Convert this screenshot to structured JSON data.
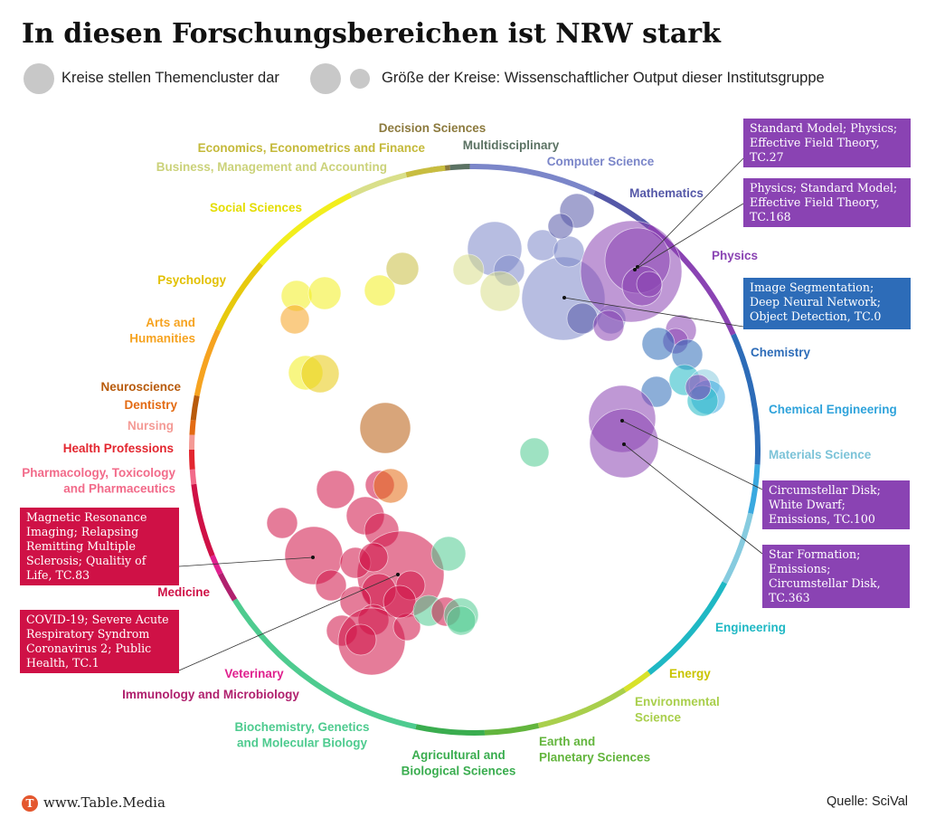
{
  "title": "In diesen Forschungsbereichen ist NRW stark",
  "legend": {
    "clusters": "Kreise stellen Themencluster dar",
    "size": "Größe der Kreise: Wissenschaftlicher Output dieser Institutsgruppe"
  },
  "footer": {
    "logo": "T",
    "site": "www.Table.Media",
    "source": "Quelle: SciVal"
  },
  "chart_data": {
    "type": "bubble-circle",
    "categories": [
      {
        "name": "Decision Sciences",
        "color": "#8c7a3e"
      },
      {
        "name": "Multidisciplinary",
        "color": "#5b7263"
      },
      {
        "name": "Computer Science",
        "color": "#7b86c9"
      },
      {
        "name": "Mathematics",
        "color": "#5558a8"
      },
      {
        "name": "Physics",
        "color": "#8a43b3"
      },
      {
        "name": "Chemistry",
        "color": "#2d6cb8"
      },
      {
        "name": "Chemical Engineering",
        "color": "#3aa9e0"
      },
      {
        "name": "Materials Science",
        "color": "#86cbdf"
      },
      {
        "name": "Engineering",
        "color": "#1fb8c4"
      },
      {
        "name": "Energy",
        "color": "#d8e22a"
      },
      {
        "name": "Environmental Science",
        "color": "#a9cf4c"
      },
      {
        "name": "Earth and Planetary Sciences",
        "color": "#63b53d"
      },
      {
        "name": "Agricultural and Biological Sciences",
        "color": "#3aad4f"
      },
      {
        "name": "Biochemistry, Genetics and Molecular Biology",
        "color": "#4ecb8f"
      },
      {
        "name": "Immunology and Microbiology",
        "color": "#b0216e"
      },
      {
        "name": "Veterinary",
        "color": "#e0208e"
      },
      {
        "name": "Medicine",
        "color": "#cf1146"
      },
      {
        "name": "Pharmacology, Toxicology and Pharmaceutics",
        "color": "#f26b8a"
      },
      {
        "name": "Health Professions",
        "color": "#e3262f"
      },
      {
        "name": "Nursing",
        "color": "#f49a95"
      },
      {
        "name": "Dentistry",
        "color": "#e36a12"
      },
      {
        "name": "Neuroscience",
        "color": "#b85b0c"
      },
      {
        "name": "Arts and Humanities",
        "color": "#f6a320"
      },
      {
        "name": "Psychology",
        "color": "#e7c90d"
      },
      {
        "name": "Social Sciences",
        "color": "#f2ee1d"
      },
      {
        "name": "Business, Management and Accounting",
        "color": "#d9df8a"
      },
      {
        "name": "Economics, Econometrics and Finance",
        "color": "#c8bd40"
      }
    ],
    "topics": [
      {
        "text": "Standard Model; Physics; Effective Field Theory, TC.27",
        "color": "#8a43b3"
      },
      {
        "text": "Physics; Standard Model; Effective Field Theory, TC.168",
        "color": "#8a43b3"
      },
      {
        "text": "Image Segmentation; Deep Neural Network; Object Detection, TC.0",
        "color": "#2d6cb8"
      },
      {
        "text": "Circumstellar Disk; White Dwarf; Emissions, TC.100",
        "color": "#8a43b3"
      },
      {
        "text": "Star Formation; Emissions; Circumstellar Disk, TC.363",
        "color": "#8a43b3"
      },
      {
        "text": "Magnetic Resonance Imaging; Relapsing Remitting Multiple Sclerosis; Qualitiy of Life, TC.83",
        "color": "#cf1146"
      },
      {
        "text": "COVID-19; Severe Acute Respiratory Syndrom Coronavirus 2; Public Health, TC.1",
        "color": "#cf1146"
      }
    ]
  }
}
